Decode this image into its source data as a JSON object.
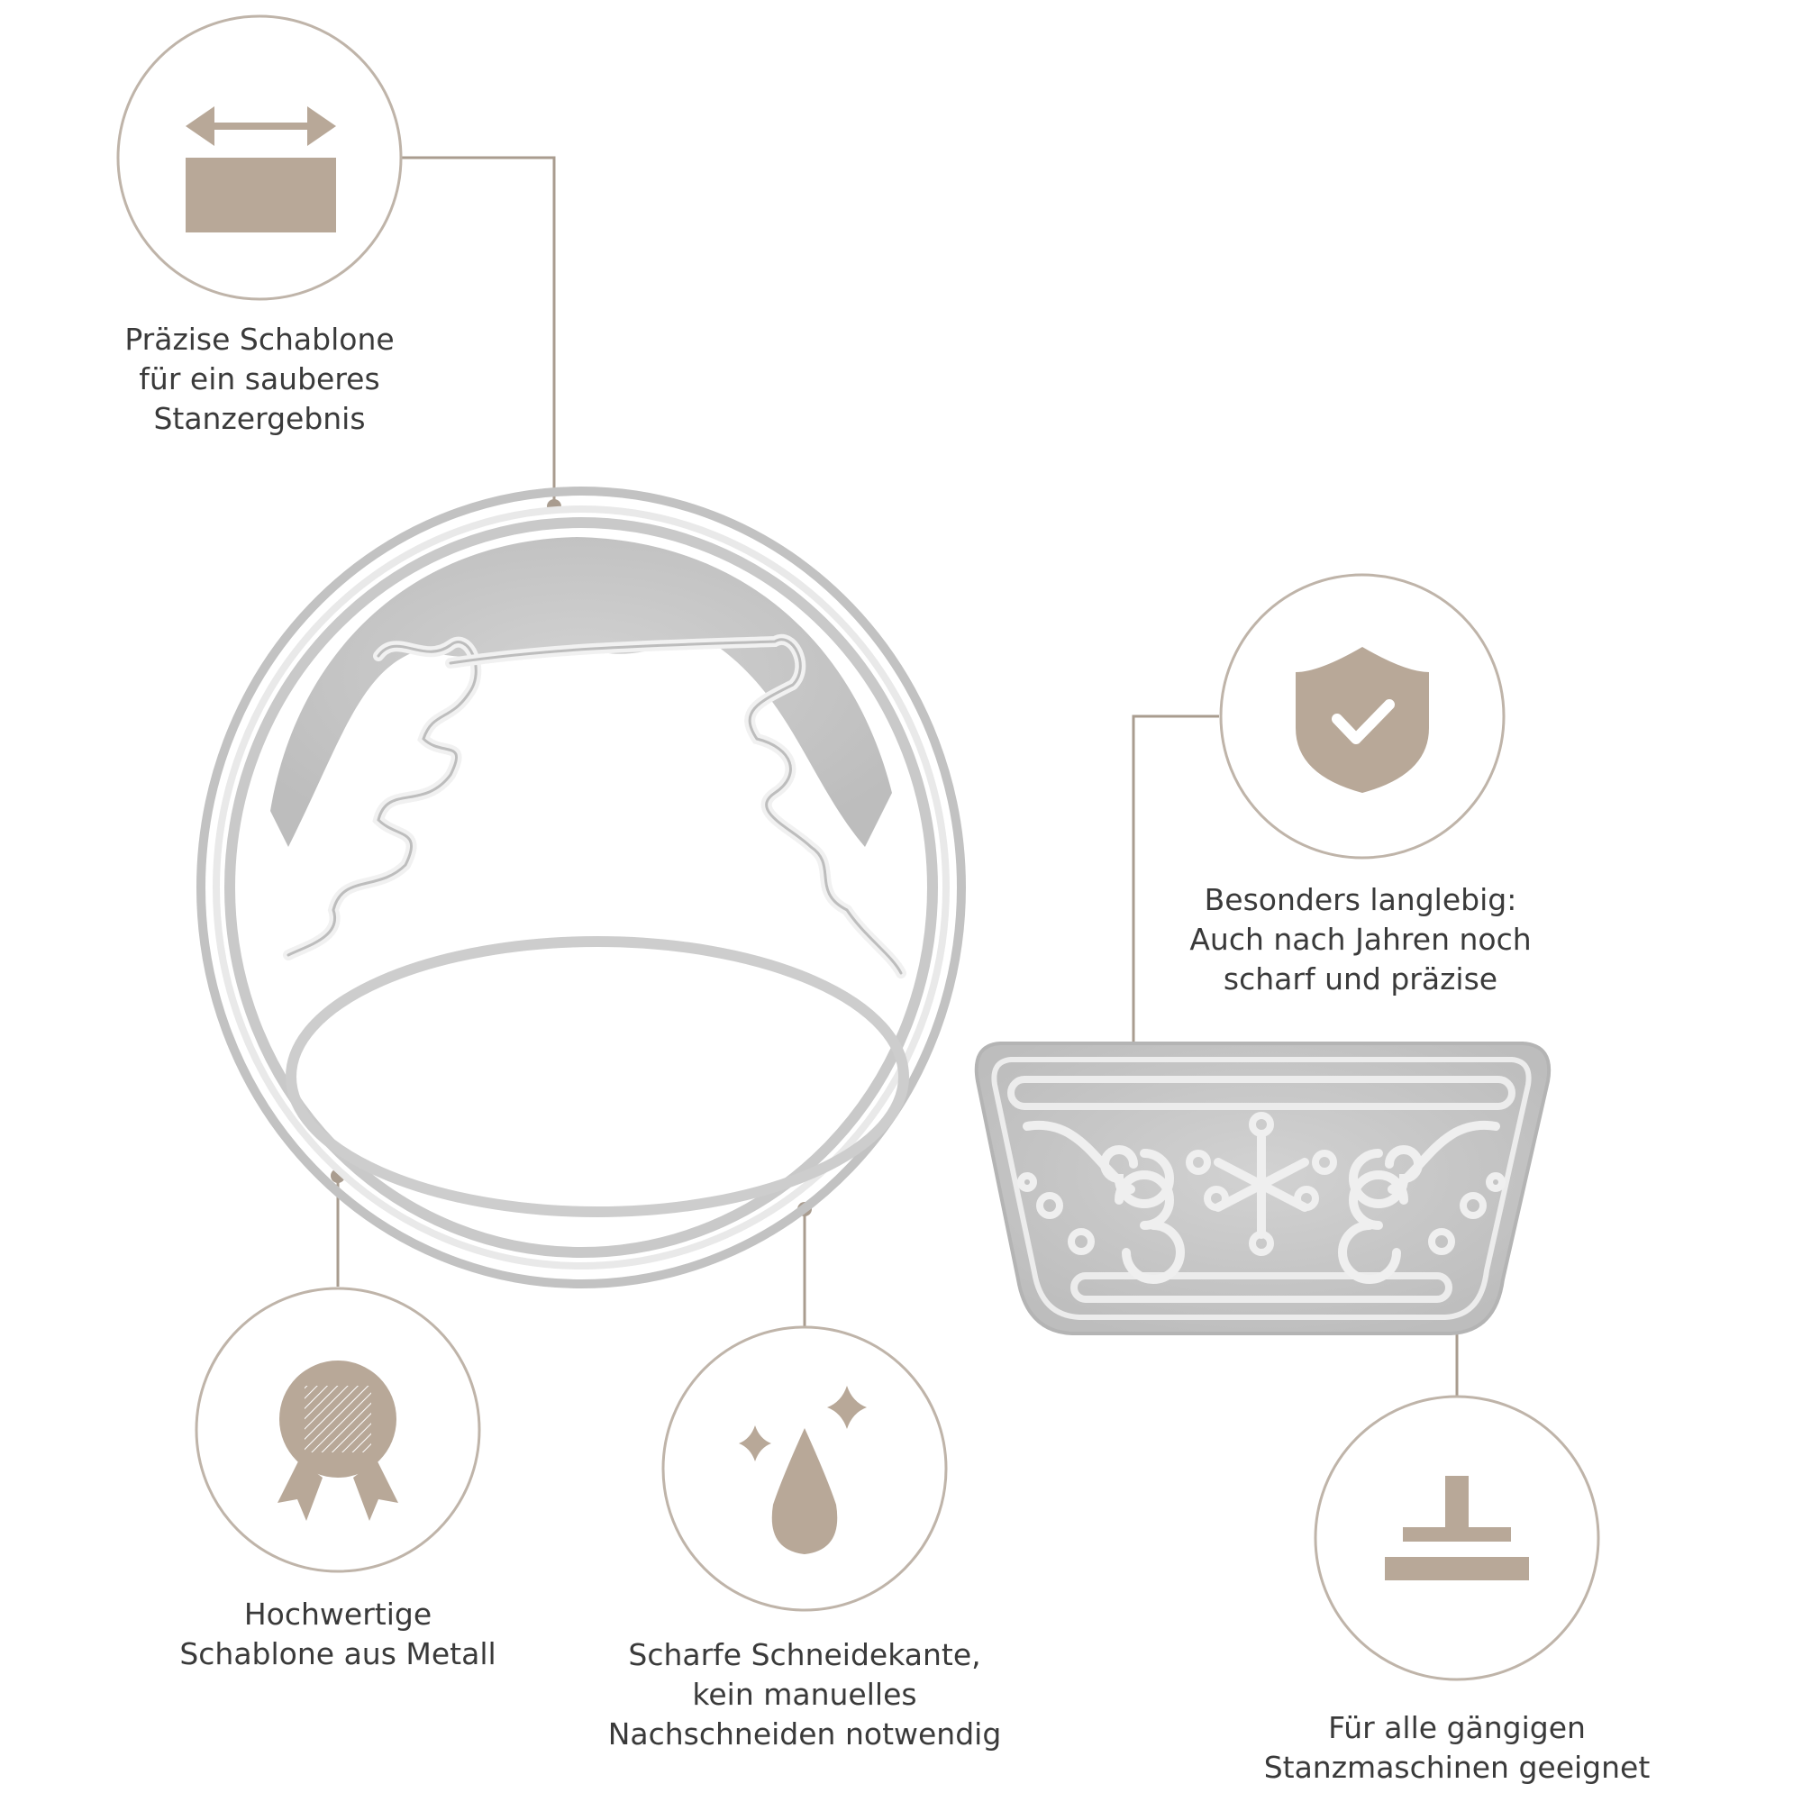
{
  "colors": {
    "accent": "#b8a898",
    "circle_stroke": "#bfb4a9",
    "text": "#3a3a3a",
    "metal": "#c9c9c9",
    "metal_light": "#e8e8e8"
  },
  "features": [
    {
      "id": "precision",
      "icon": "width-arrow-rectangle-icon",
      "lines": [
        "Präzise Schablone",
        "für ein sauberes",
        "Stanzergebnis"
      ]
    },
    {
      "id": "durable",
      "icon": "shield-check-icon",
      "lines": [
        "Besonders langlebig:",
        "Auch nach Jahren noch",
        "scharf und präzise"
      ]
    },
    {
      "id": "quality",
      "icon": "award-badge-icon",
      "lines": [
        "Hochwertige",
        "Schablone aus Metall"
      ]
    },
    {
      "id": "sharp",
      "icon": "sparkle-drop-icon",
      "lines": [
        "Scharfe Schneidekante,",
        "kein manuelles",
        "Nachschneiden notwendig"
      ]
    },
    {
      "id": "machines",
      "icon": "stamp-press-icon",
      "lines": [
        "Für alle gängigen",
        "Stanzmaschinen geeignet"
      ]
    }
  ]
}
